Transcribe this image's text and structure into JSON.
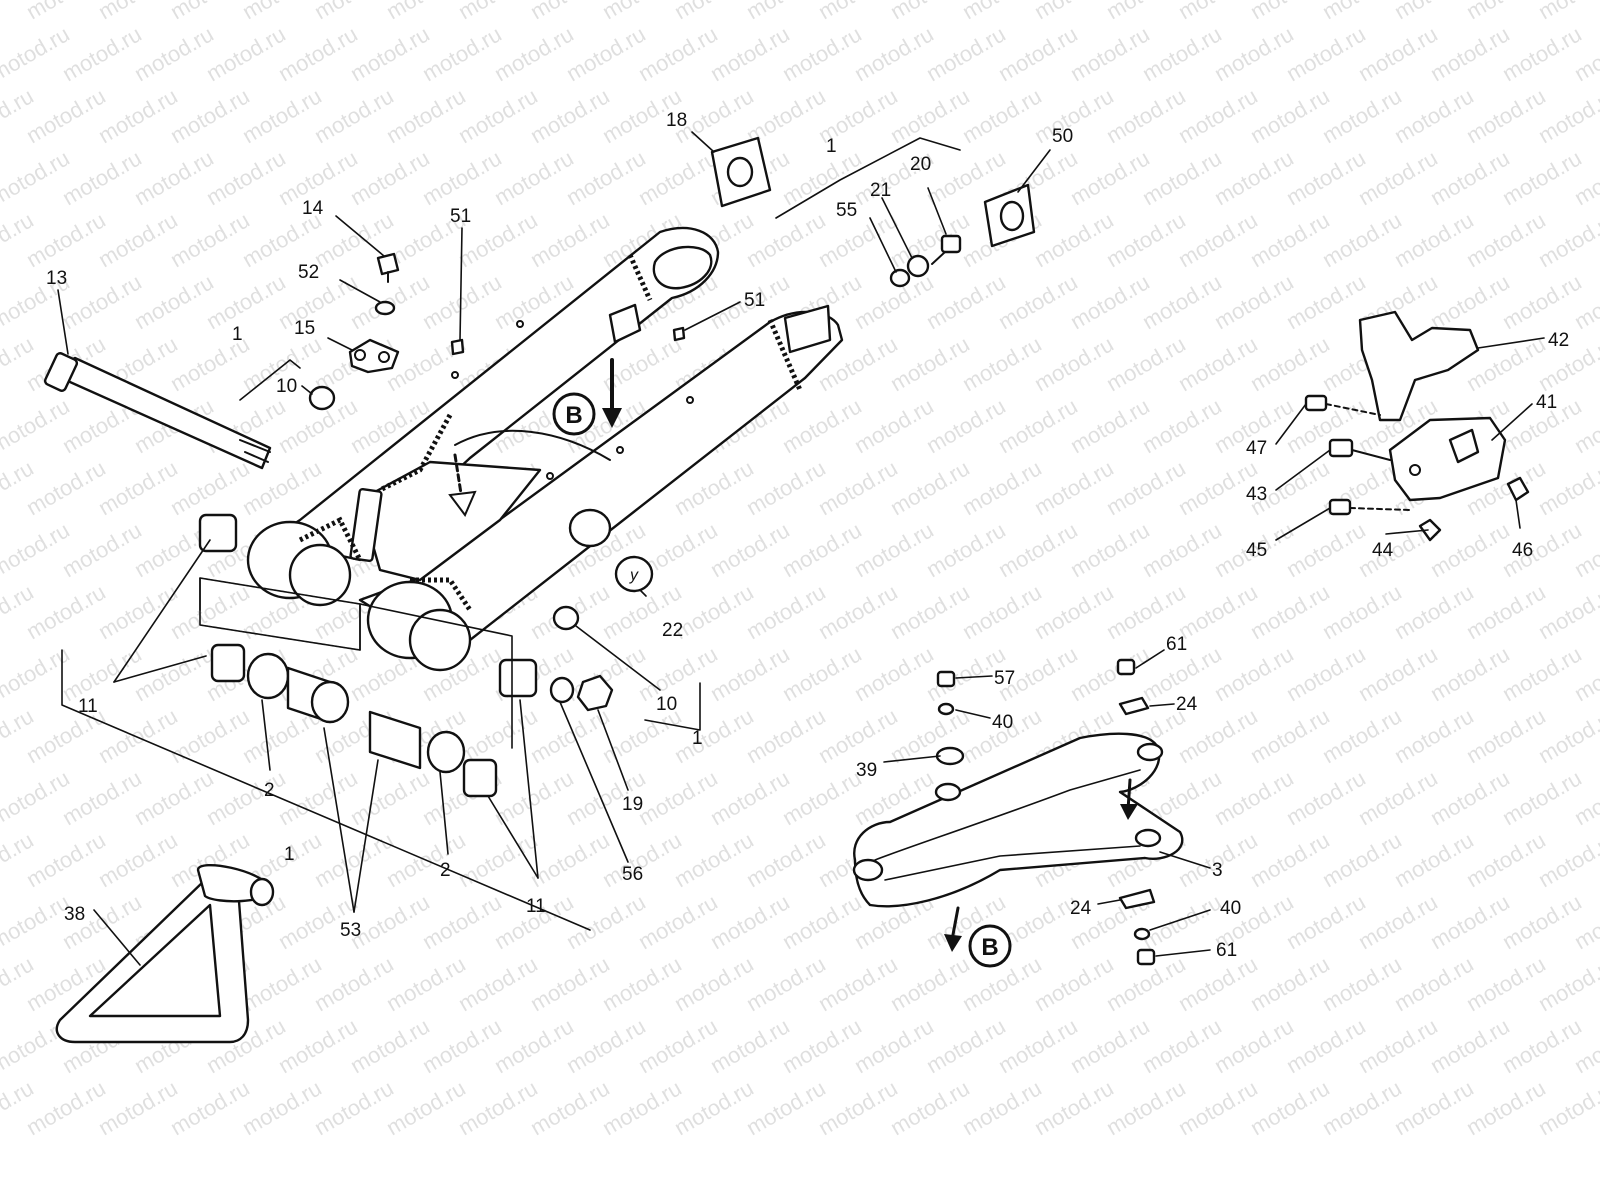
{
  "watermark": "motod.ru",
  "callouts": {
    "c13": "13",
    "c14": "14",
    "c52": "52",
    "c15": "15",
    "c10a": "10",
    "c1a": "1",
    "c51a": "51",
    "c51b": "51",
    "c18": "18",
    "c1b": "1",
    "c55": "55",
    "c21": "21",
    "c20": "20",
    "c50": "50",
    "c22": "22",
    "c10b": "10",
    "c1c": "1",
    "c11a": "11",
    "c2a": "2",
    "c53": "53",
    "c2b": "2",
    "c11b": "11",
    "c56": "56",
    "c19": "19",
    "c1d": "1",
    "c38": "38",
    "c42": "42",
    "c41": "41",
    "c47": "47",
    "c43": "43",
    "c45": "45",
    "c44": "44",
    "c46": "46",
    "c57": "57",
    "c40a": "40",
    "c39": "39",
    "c61a": "61",
    "c24a": "24",
    "c3": "3",
    "c24b": "24",
    "c40b": "40",
    "c61b": "61"
  },
  "view_markers": {
    "b1": "B",
    "b2": "B"
  },
  "tyre_mark": "y"
}
